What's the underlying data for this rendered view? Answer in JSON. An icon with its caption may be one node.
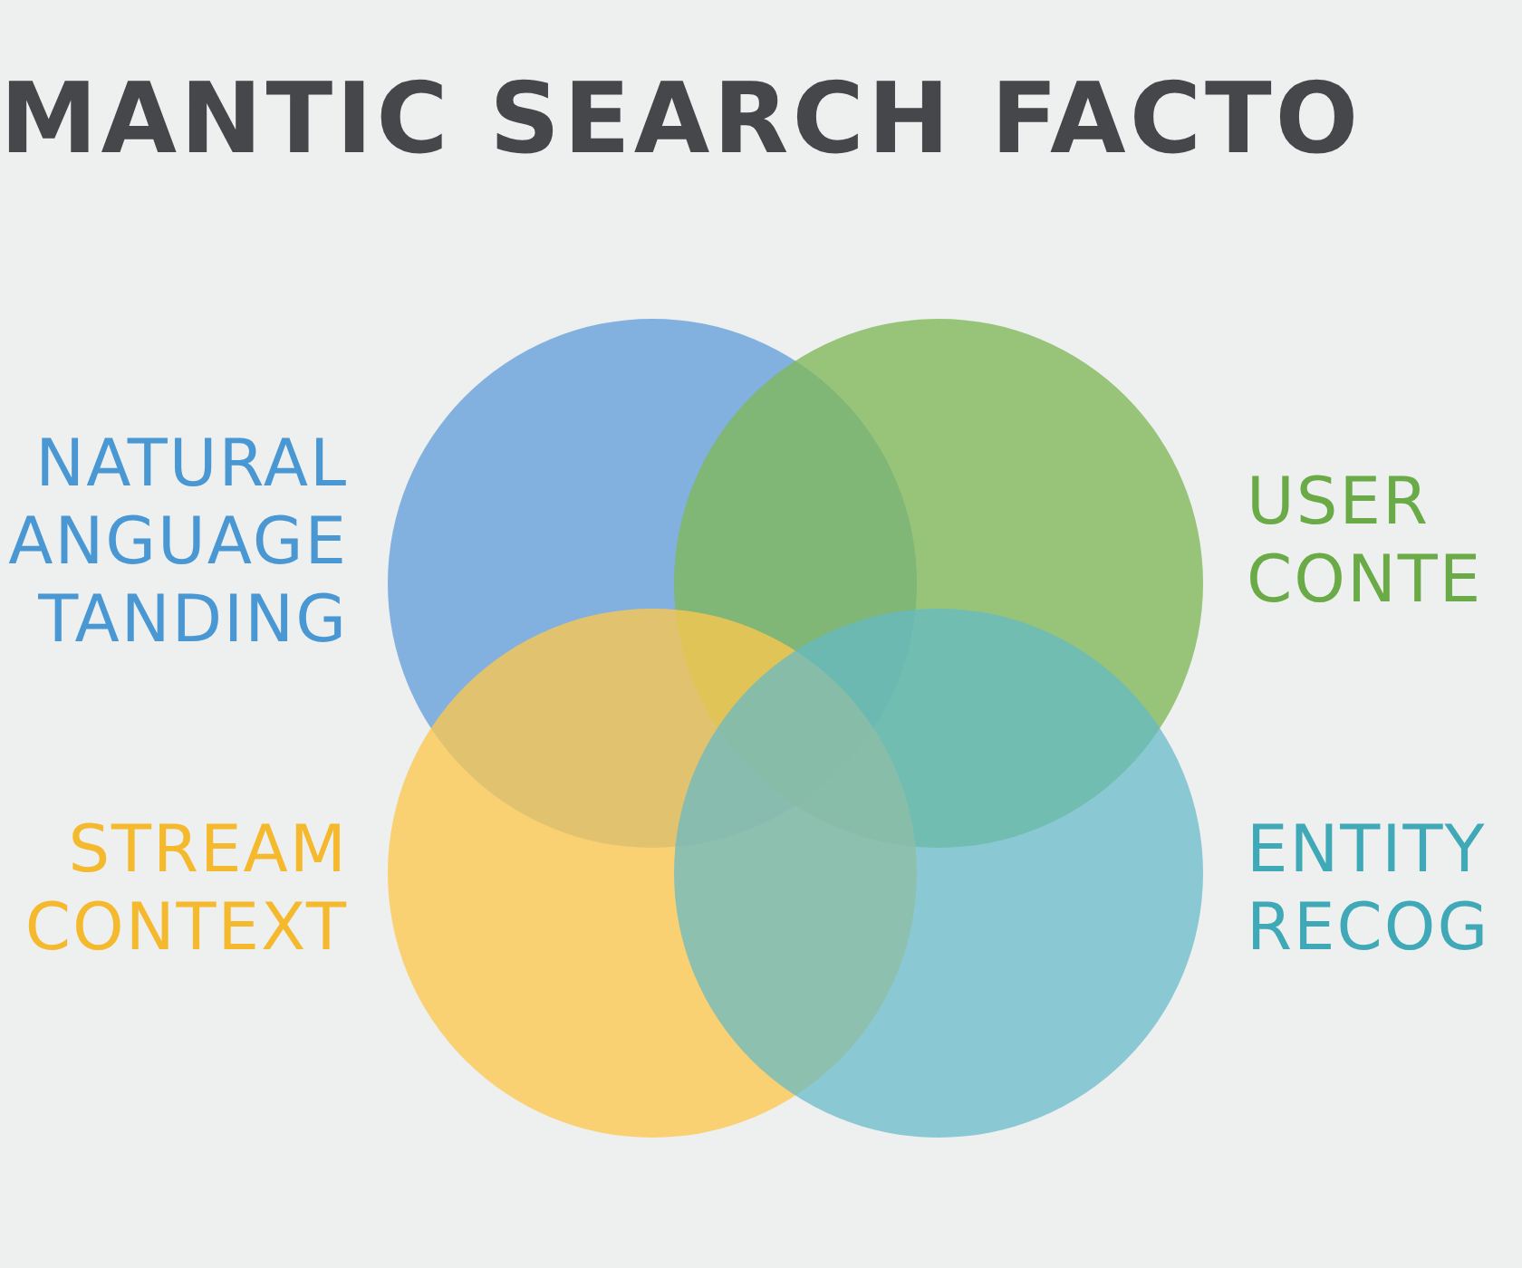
{
  "diagram": {
    "title": "MANTIC SEARCH FACTO",
    "nodes": [
      {
        "text": [],
        "shape": "circle",
        "beside": [
          "NATURAL ANGUAGE TANDING"
        ]
      },
      {
        "text": [],
        "shape": "circle",
        "beside": [
          "USER CONTE"
        ]
      },
      {
        "text": [],
        "shape": "circle",
        "beside": [
          "STREAM CONTEXT"
        ]
      },
      {
        "text": [],
        "shape": "circle",
        "beside": [
          "ENTITY RECOG"
        ]
      }
    ],
    "edges": []
  }
}
